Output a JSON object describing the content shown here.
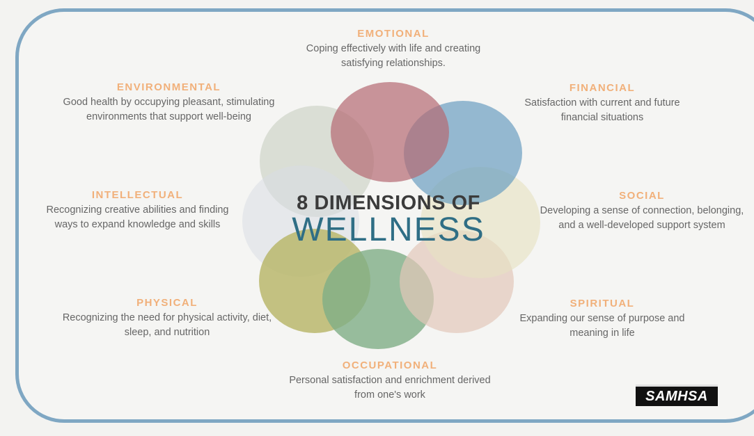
{
  "title": {
    "line1": "8 DIMENSIONS OF",
    "line2": "WELLNESS"
  },
  "dimensions": {
    "emotional": {
      "name": "EMOTIONAL",
      "description": "Coping effectively with life and creating satisfying relationships."
    },
    "financial": {
      "name": "FINANCIAL",
      "description": "Satisfaction with current and future financial situations"
    },
    "social": {
      "name": "SOCIAL",
      "description": "Developing a sense of connection, belonging, and a well-developed support system"
    },
    "spiritual": {
      "name": "SPIRITUAL",
      "description": "Expanding our sense of purpose and meaning in life"
    },
    "occupational": {
      "name": "OCCUPATIONAL",
      "description": "Personal satisfaction and enrichment derived from one's work"
    },
    "physical": {
      "name": "PHYSICAL",
      "description": "Recognizing the need for physical activity, diet, sleep, and nutrition"
    },
    "intellectual": {
      "name": "INTELLECTUAL",
      "description": "Recognizing creative abilities and finding ways to expand knowledge and skills"
    },
    "environmental": {
      "name": "ENVIRONMENTAL",
      "description": "Good health by occupying pleasant, stimulating environments that support well-being"
    }
  },
  "logo": {
    "text": "SAMHSA"
  },
  "colors": {
    "heading": "#f1b07a",
    "title_accent": "#2f6e85",
    "frame": "#7fa7c3",
    "emotional": "#b56a72",
    "financial": "#6b9ec0",
    "social": "#e6e2c3",
    "spiritual": "#e3c7b9",
    "occupational": "#7fae86",
    "physical": "#b7b464",
    "intellectual": "#d9dde4",
    "environmental": "#c8cfc2"
  }
}
